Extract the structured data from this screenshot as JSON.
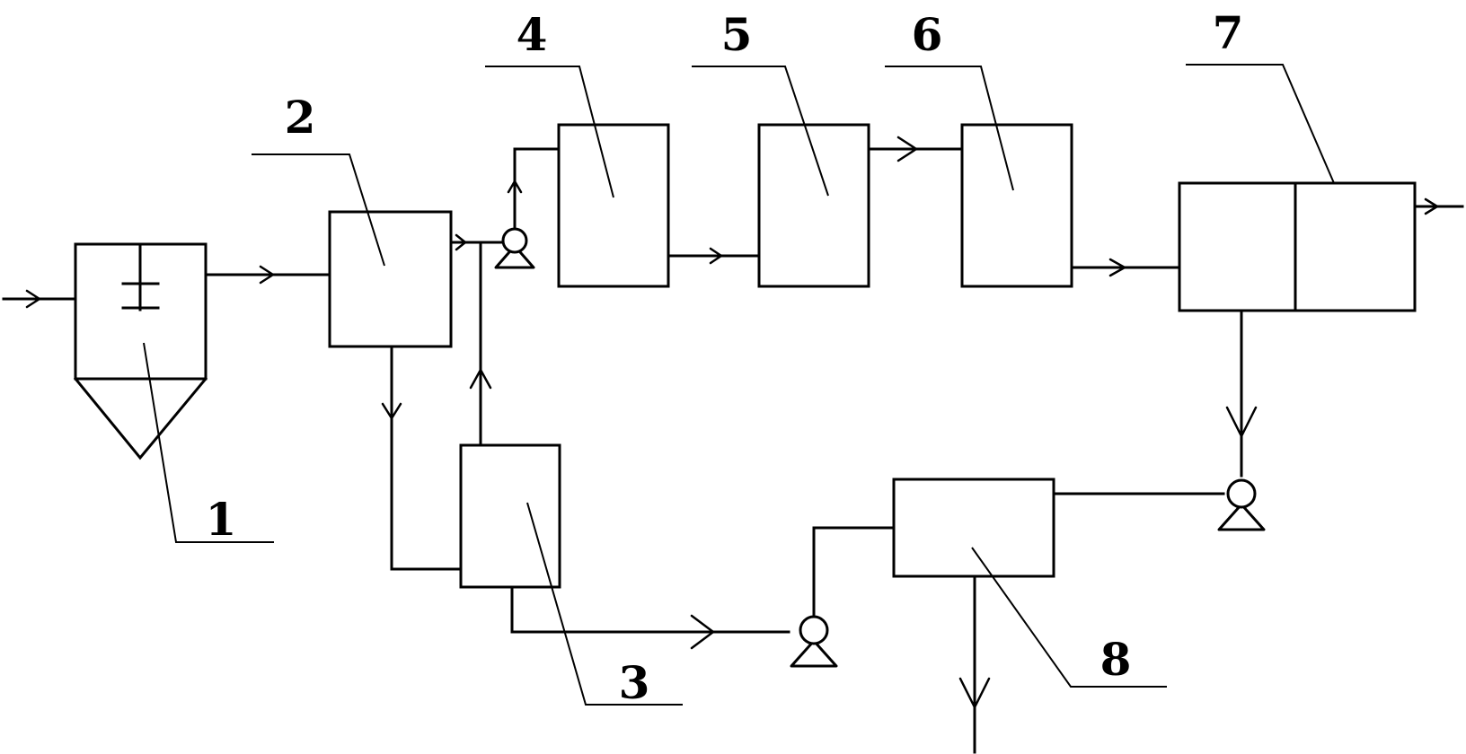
{
  "labels": {
    "n1": "1",
    "n2": "2",
    "n3": "3",
    "n4": "4",
    "n5": "5",
    "n6": "6",
    "n7": "7",
    "n8": "8"
  },
  "colors": {
    "stroke": "#000000",
    "background": "#ffffff"
  }
}
